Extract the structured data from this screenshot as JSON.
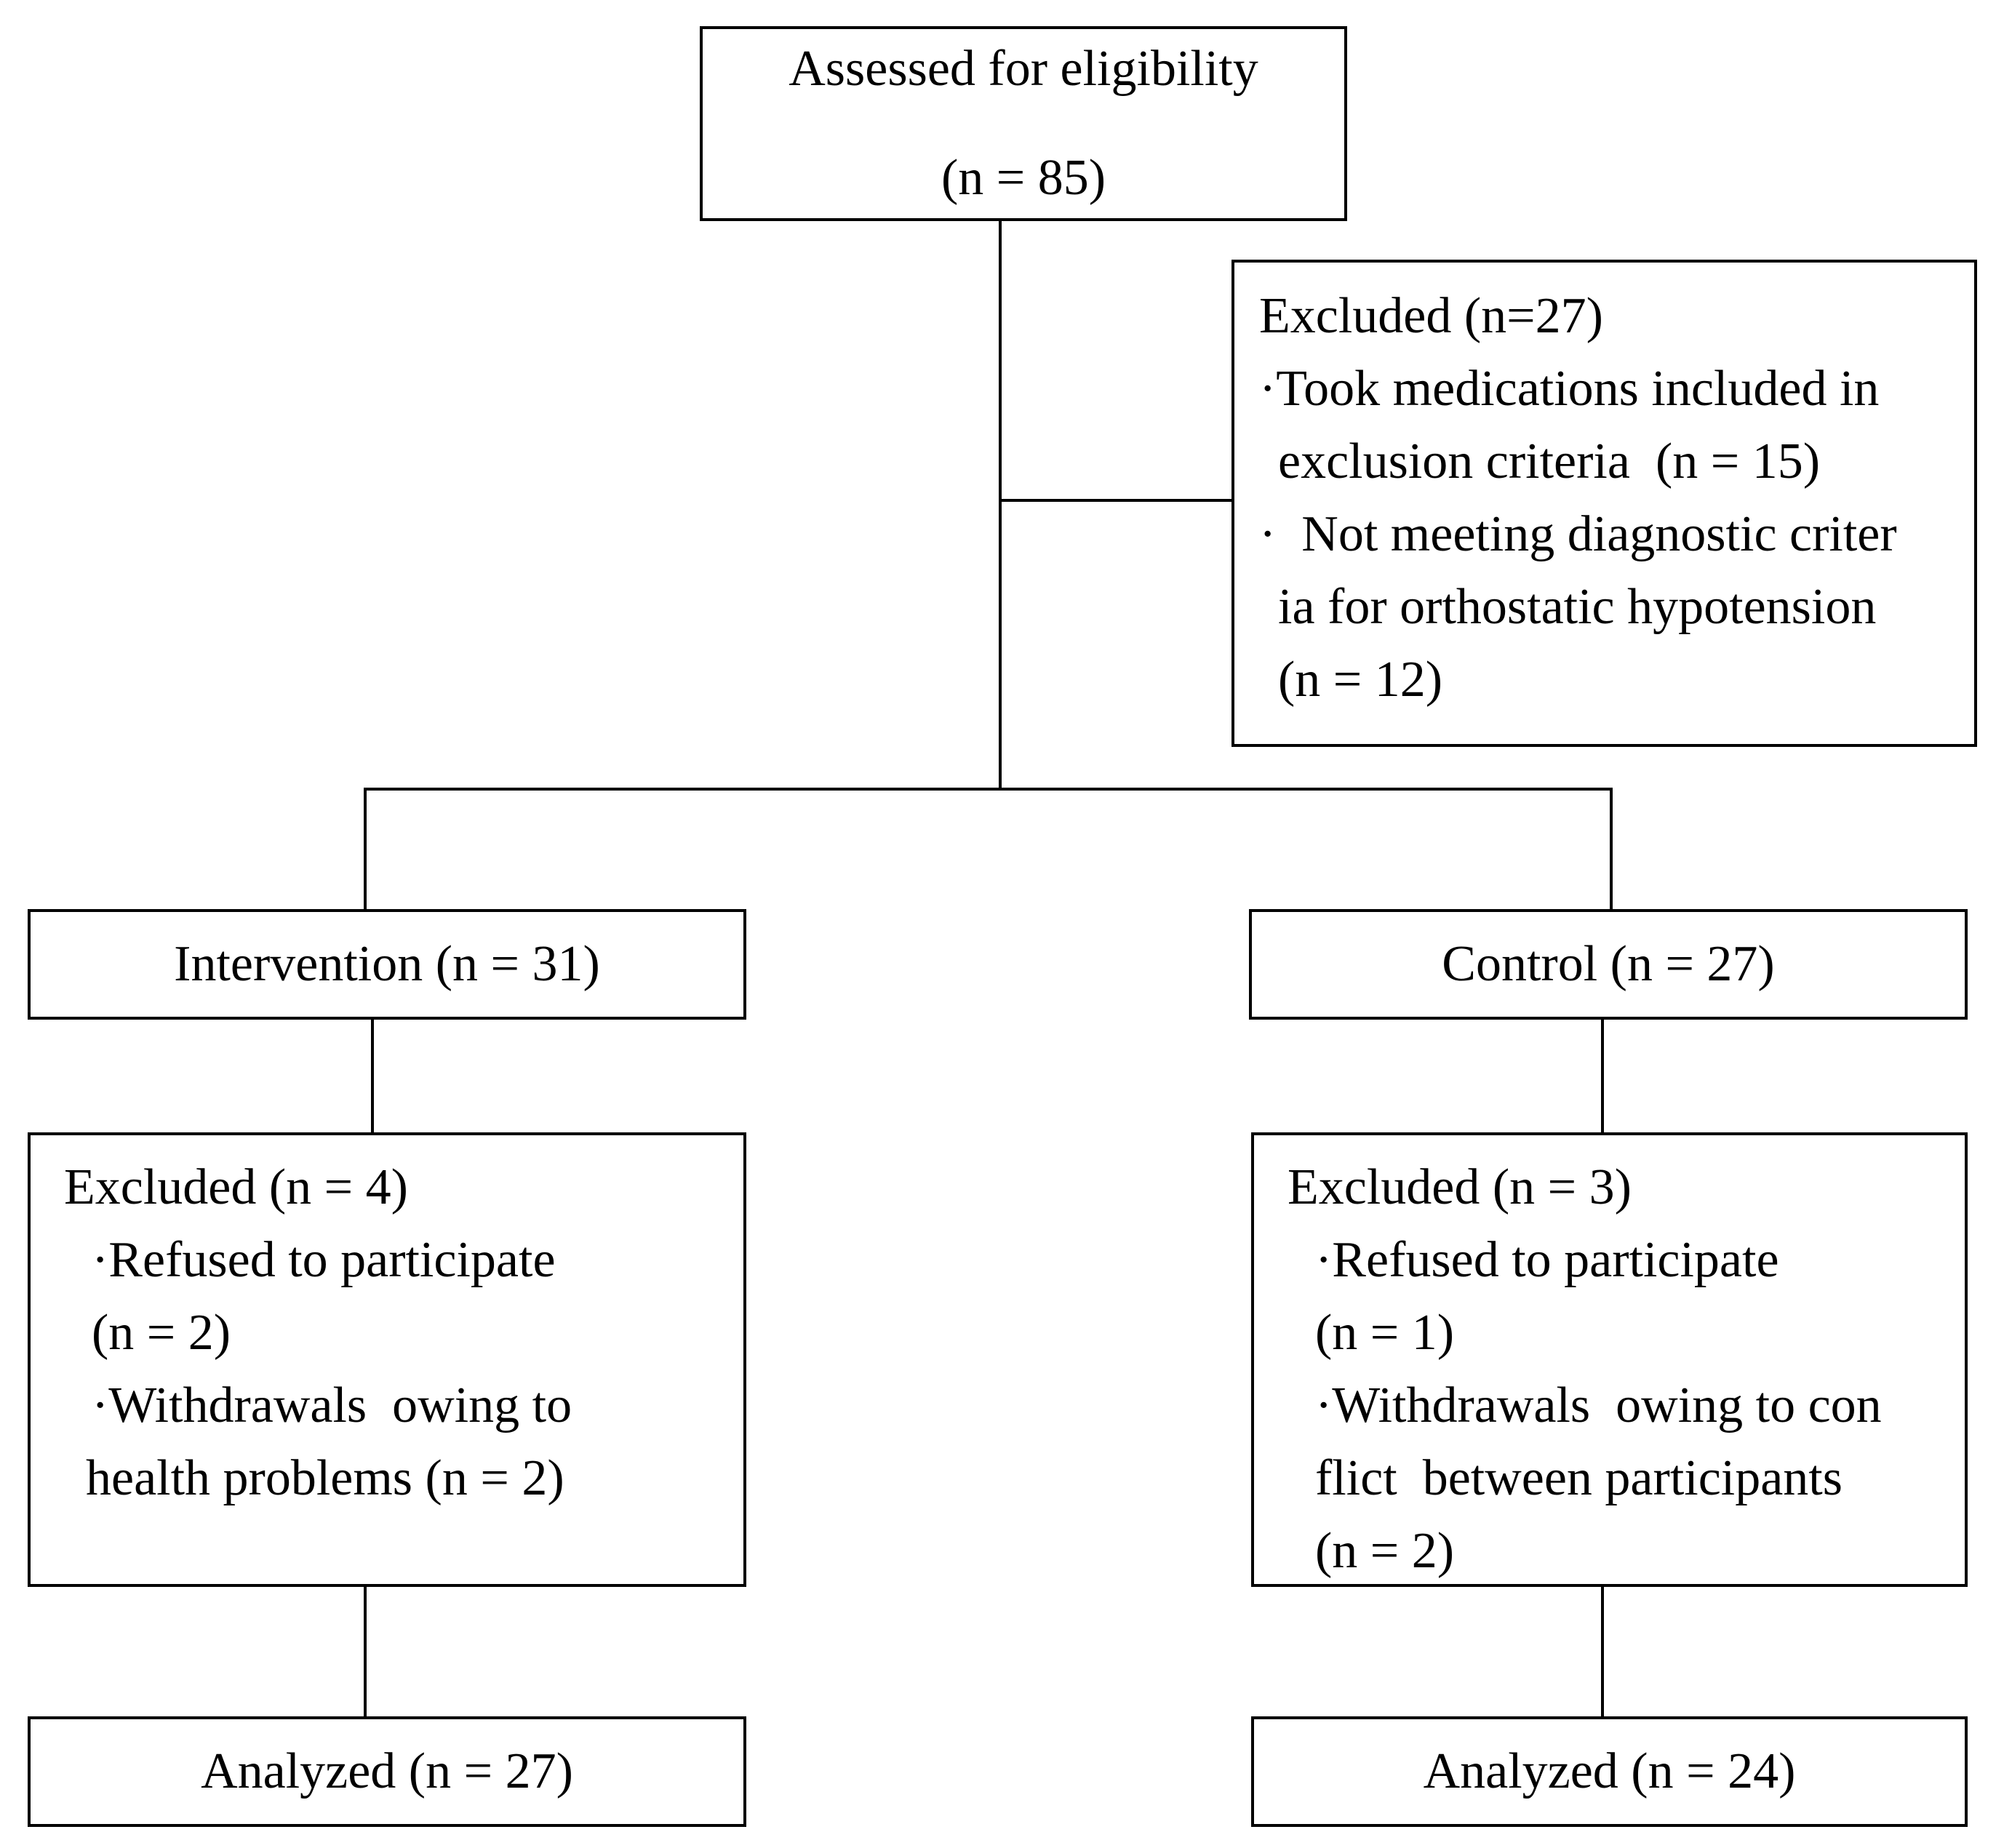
{
  "nodes": {
    "assessed": {
      "lines": [
        "Assessed for eligibility",
        "(n = 85)"
      ]
    },
    "excluded_top": {
      "lines": [
        "Excluded (n=27)",
        "·Took medications included in",
        "exclusion criteria  (n = 15)",
        "·  Not meeting diagnostic criter",
        "ia for orthostatic hypotension",
        "(n = 12)"
      ]
    },
    "intervention": {
      "label": "Intervention (n = 31)"
    },
    "control": {
      "label": "Control (n = 27)"
    },
    "excluded_intervention": {
      "lines": [
        "Excluded (n = 4)",
        "·Refused to participate",
        "(n = 2)",
        "·Withdrawals  owing to",
        "health problems (n = 2)"
      ]
    },
    "excluded_control": {
      "lines": [
        "Excluded (n = 3)",
        "·Refused to participate",
        "(n = 1)",
        "·Withdrawals  owing to con",
        "flict  between participants",
        "(n = 2)"
      ]
    },
    "analyzed_intervention": {
      "label": "Analyzed (n = 27)"
    },
    "analyzed_control": {
      "label": "Analyzed (n = 24)"
    }
  },
  "colors": {
    "stroke": "#000000",
    "background": "#ffffff",
    "text": "#000000"
  }
}
